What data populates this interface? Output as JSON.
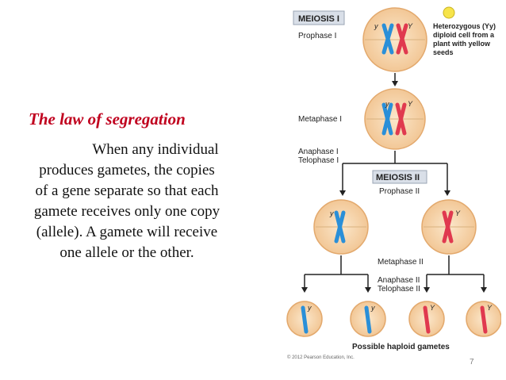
{
  "slide": {
    "title": "The law of segregation",
    "body_lines": [
      "When any individual",
      "produces gametes, the copies",
      "of a gene separate so that each",
      "gamete receives only one copy",
      "(allele). A gamete will receive",
      "one allele or the other."
    ],
    "page_number": "7"
  },
  "diagram": {
    "meiosis1_title": "MEIOSIS I",
    "meiosis2_title": "MEIOSIS II",
    "prophase1": "Prophase I",
    "metaphase1": "Metaphase I",
    "anaphase1": "Anaphase I",
    "telophase1": "Telophase I",
    "prophase2": "Prophase II",
    "metaphase2": "Metaphase II",
    "anaphase2": "Anaphase II",
    "telophase2": "Telophase II",
    "cell_note": [
      "Heterozygous (Yy)",
      "diploid cell from a",
      "plant with yellow",
      "seeds"
    ],
    "allele_y": "y",
    "allele_Y": "Y",
    "gametes_label": "Possible haploid gametes",
    "copyright": "© 2012 Pearson Education, Inc.",
    "colors": {
      "cell_fill": "#f6d6ae",
      "cell_stroke": "#e3a96d",
      "chromosome_blue": "#2a8fd8",
      "chromosome_red": "#e0394f",
      "seed_yellow": "#f7e44a",
      "box_fill": "#d9dfe8"
    }
  }
}
